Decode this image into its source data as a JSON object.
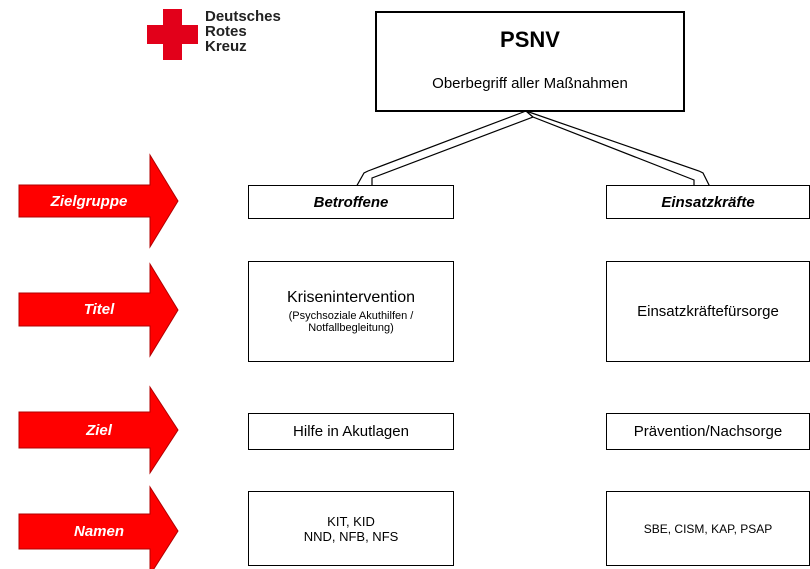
{
  "logo": {
    "line1": "Deutsches",
    "line2": "Rotes",
    "line3": "Kreuz",
    "cross_color": "#e2001a"
  },
  "root": {
    "title": "PSNV",
    "subtitle": "Oberbegriff aller Maßnahmen"
  },
  "rows": [
    {
      "label": "Zielgruppe"
    },
    {
      "label": "Titel"
    },
    {
      "label": "Ziel"
    },
    {
      "label": "Namen"
    }
  ],
  "left": {
    "zielgruppe": "Betroffene",
    "titel_main": "Krisenintervention",
    "titel_sub1": "(Psychsoziale Akuthilfen /",
    "titel_sub2": "Notfallbegleitung)",
    "ziel": "Hilfe in Akutlagen",
    "namen_line1": "KIT, KID",
    "namen_line2": "NND, NFB, NFS"
  },
  "right": {
    "zielgruppe": "Einsatzkräfte",
    "titel": "Einsatzkräftefürsorge",
    "ziel": "Prävention/Nachsorge",
    "namen": "SBE, CISM, KAP, PSAP"
  },
  "colors": {
    "arrow_fill": "#ff0000",
    "arrow_stroke": "#b00000",
    "arrow_text": "#ffffff"
  }
}
